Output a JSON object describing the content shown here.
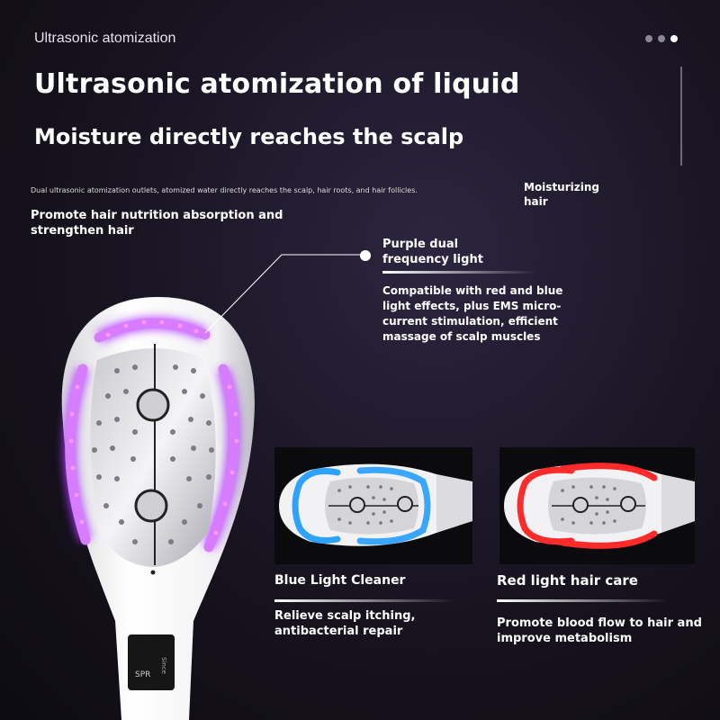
{
  "header": {
    "kicker": "Ultrasonic atomization",
    "title": "Ultrasonic atomization of liquid",
    "subtitle": "Moisture directly reaches the scalp",
    "page_dots": 3,
    "active_dot": 3
  },
  "features": {
    "small_description": "Dual ultrasonic atomization outlets, atomized water directly reaches the scalp, hair roots, and hair follicles.",
    "promote": "Promote hair nutrition absorption and strengthen hair",
    "moisturizing": "Moisturizing hair"
  },
  "purple_light": {
    "title": "Purple dual frequency light",
    "description": "Compatible with red and blue light effects, plus EMS micro-current stimulation, efficient massage of scalp muscles",
    "color": "#b43cff"
  },
  "blue_light": {
    "title": "Blue Light Cleaner",
    "description": "Relieve scalp itching, antibacterial repair",
    "color": "#2ea2ff"
  },
  "red_light": {
    "title": "Red light hair care",
    "description": "Promote blood flow to hair and improve metabolism",
    "color": "#ff2a2a"
  },
  "device": {
    "display_label": "SPR",
    "display_side_text": "Since"
  }
}
